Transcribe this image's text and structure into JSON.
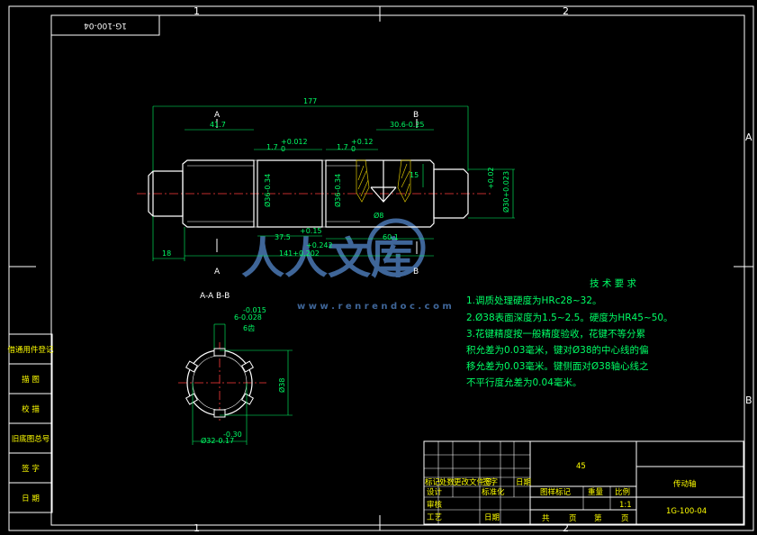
{
  "zones": {
    "top_1": "1",
    "top_2": "2",
    "bottom_1": "1",
    "bottom_2": "2",
    "right_a": "A",
    "right_b": "B"
  },
  "drawing_no_mirror": "1G-100-04",
  "dims": {
    "overall": "177",
    "d1": "41.7",
    "slot1": "1.7",
    "slot1_tol": "+0.012",
    "slot1_tol2": "0",
    "slot2": "1.7",
    "slot2_tol": "+0.12",
    "slot2_tol2": "0",
    "d_keyway": "30.6-0.25",
    "depth": "15",
    "dia_a": "Ø36-0.34",
    "dia_b": "Ø36-0.34",
    "dia_end": "Ø30+0.023",
    "dia_end2": "+0.02",
    "dia_c": "Ø8",
    "len_37": "37.5",
    "len_37_tol": "+0.15",
    "len_60": "60.1",
    "len_141": "141+0.202",
    "len_141_tol": "+0.242",
    "left_18": "18"
  },
  "section_labels": {
    "a_top": "A",
    "a_bottom": "A",
    "b_top": "B",
    "b_bottom": "B",
    "section_title": "A-A  B-B"
  },
  "section_dims": {
    "key_width": "6-0.028",
    "key_width_tol": "-0.015",
    "key_count": "6齿",
    "outer": "Ø38",
    "inner": "Ø32-0.17",
    "inner_tol": "-0.30"
  },
  "tech_req": {
    "title": "技 术 要 求",
    "lines": [
      "1.调质处理硬度为HRc28~32。",
      "2.Ø38表面深度为1.5~2.5。硬度为HR45~50。",
      "3.花键精度按一般精度验收，花键不等分累",
      "积允差为0.03毫米，键对Ø38的中心线的偏",
      "移允差为0.03毫米。键侧面对Ø38轴心线之",
      "不平行度允差为0.04毫米。"
    ]
  },
  "left_column": [
    "借通用件登记",
    "描 图",
    "校 描",
    "旧底图总号",
    "签 字",
    "日 期"
  ],
  "title_block": {
    "material": "45",
    "part_name": "传动轴",
    "drawing_no": "1G-100-04",
    "scale": "1:1",
    "col_labels": [
      "图样标记",
      "重量",
      "比例"
    ],
    "bottom_labels": [
      "共",
      "页",
      "第",
      "页"
    ],
    "sign_labels": [
      "标记",
      "处数",
      "更改文件号",
      "签字",
      "日期"
    ],
    "roles": [
      "设计",
      "标准化",
      "审核",
      "工艺",
      "日期"
    ]
  },
  "watermark": {
    "text": "人人文库",
    "url": "w w w . r e n r e n d o c . c o m"
  }
}
